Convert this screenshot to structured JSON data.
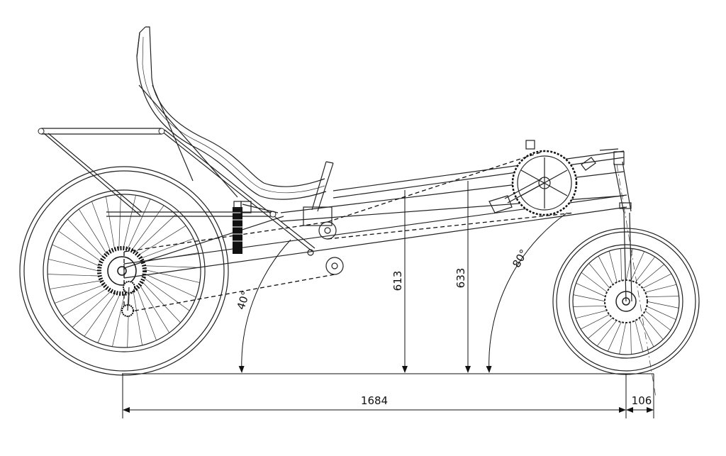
{
  "title": "",
  "dimensions": {
    "wheelbase": "1684",
    "front_offset": "106",
    "height_1": "613",
    "height_2": "633"
  },
  "angles": {
    "rear": "40°",
    "front": "80°"
  }
}
